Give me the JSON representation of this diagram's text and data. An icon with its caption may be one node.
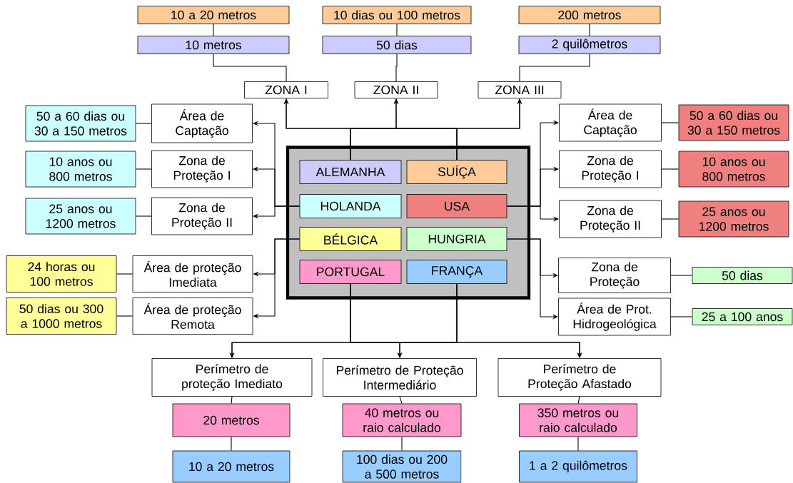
{
  "diagram": {
    "nodes": [
      {
        "text": [],
        "shape": "box"
      },
      {
        "text": [
          "ALEMANHA"
        ],
        "in": 0
      },
      {
        "text": [
          "SUÍÇA"
        ],
        "in": 0
      },
      {
        "text": [
          "HOLANDA"
        ],
        "in": 0
      },
      {
        "text": [
          "USA"
        ],
        "in": 0
      },
      {
        "text": [
          "BÉLGICA"
        ],
        "in": 0
      },
      {
        "text": [
          "HUNGRIA"
        ],
        "in": 0
      },
      {
        "text": [
          "PORTUGAL"
        ],
        "in": 0
      },
      {
        "text": [
          "FRANÇA"
        ],
        "in": 0
      },
      {
        "text": [
          "10 a 20 metros"
        ]
      },
      {
        "text": [
          "10 dias ou 100 metros"
        ]
      },
      {
        "text": [
          "200 metros"
        ]
      },
      {
        "text": [
          "10 metros"
        ]
      },
      {
        "text": [
          "50 dias"
        ]
      },
      {
        "text": [
          "2 quilômetros"
        ]
      },
      {
        "text": [
          "ZONA I"
        ]
      },
      {
        "text": [
          "ZONA II"
        ]
      },
      {
        "text": [
          "ZONA III"
        ]
      },
      {
        "text": [
          "Área de Captação"
        ]
      },
      {
        "text": [
          "50 a 60 dias ou 30 a 150 metros"
        ]
      },
      {
        "text": [
          "Zona de Proteção I"
        ]
      },
      {
        "text": [
          "10 anos ou 800 metros"
        ]
      },
      {
        "text": [
          "Zona de Proteção II"
        ]
      },
      {
        "text": [
          "25 anos ou 1200 metros"
        ]
      },
      {
        "text": [
          "Área de proteção Imediata"
        ]
      },
      {
        "text": [
          "24 horas ou 100 metros"
        ]
      },
      {
        "text": [
          "Área de proteção Remota"
        ]
      },
      {
        "text": [
          "50 dias ou 300 a 1000 metros"
        ]
      },
      {
        "text": [
          "Área de Captação"
        ]
      },
      {
        "text": [
          "50 a 60 dias ou 30 a 150 metros"
        ]
      },
      {
        "text": [
          "Zona de Proteção I"
        ]
      },
      {
        "text": [
          "10 anos ou 800 metros"
        ]
      },
      {
        "text": [
          "Zona de Proteção II"
        ]
      },
      {
        "text": [
          "25 anos ou 1200 metros"
        ]
      },
      {
        "text": [
          "Zona de Proteção"
        ]
      },
      {
        "text": [
          "50 dias"
        ]
      },
      {
        "text": [
          "Área de Prot. Hidrogeológica"
        ]
      },
      {
        "text": [
          "25 a 100 anos"
        ]
      },
      {
        "text": [
          "Perímetro de proteção Imediato"
        ]
      },
      {
        "text": [
          "20 metros"
        ]
      },
      {
        "text": [
          "10 a 20 metros"
        ]
      },
      {
        "text": [
          "Perímetro de Proteção Intermediário"
        ]
      },
      {
        "text": [
          "40 metros ou raio calculado"
        ]
      },
      {
        "text": [
          "100 dias ou 200 a 500 metros"
        ]
      },
      {
        "text": [
          "Perímetro de Proteção Afastado"
        ]
      },
      {
        "text": [
          "350 metros ou raio calculado"
        ]
      },
      {
        "text": [
          "1 a 2 quilômetros"
        ]
      }
    ],
    "edges": [
      {
        "from": 1,
        "to": 15,
        "arrow": "to"
      },
      {
        "from": 1,
        "to": 16,
        "arrow": "to"
      },
      {
        "from": 1,
        "to": 17,
        "arrow": "to"
      },
      {
        "from": 2,
        "to": 15,
        "arrow": "to"
      },
      {
        "from": 2,
        "to": 16,
        "arrow": "to"
      },
      {
        "from": 2,
        "to": 17,
        "arrow": "to"
      },
      {
        "from": 15,
        "to": 12,
        "arrow": "none"
      },
      {
        "from": 16,
        "to": 13,
        "arrow": "none"
      },
      {
        "from": 17,
        "to": 14,
        "arrow": "none"
      },
      {
        "from": 9,
        "to": 12,
        "arrow": "none"
      },
      {
        "from": 10,
        "to": 13,
        "arrow": "none"
      },
      {
        "from": 11,
        "to": 14,
        "arrow": "none"
      },
      {
        "from": 3,
        "to": 18,
        "arrow": "to"
      },
      {
        "from": 3,
        "to": 20,
        "arrow": "to"
      },
      {
        "from": 3,
        "to": 22,
        "arrow": "to"
      },
      {
        "from": 18,
        "to": 19,
        "arrow": "none"
      },
      {
        "from": 20,
        "to": 21,
        "arrow": "none"
      },
      {
        "from": 22,
        "to": 23,
        "arrow": "none"
      },
      {
        "from": 5,
        "to": 24,
        "arrow": "to"
      },
      {
        "from": 5,
        "to": 26,
        "arrow": "to"
      },
      {
        "from": 24,
        "to": 25,
        "arrow": "none"
      },
      {
        "from": 26,
        "to": 27,
        "arrow": "none"
      },
      {
        "from": 4,
        "to": 28,
        "arrow": "to"
      },
      {
        "from": 4,
        "to": 30,
        "arrow": "to"
      },
      {
        "from": 4,
        "to": 32,
        "arrow": "to"
      },
      {
        "from": 28,
        "to": 29,
        "arrow": "none"
      },
      {
        "from": 30,
        "to": 31,
        "arrow": "none"
      },
      {
        "from": 32,
        "to": 33,
        "arrow": "none"
      },
      {
        "from": 6,
        "to": 34,
        "arrow": "to"
      },
      {
        "from": 6,
        "to": 36,
        "arrow": "to"
      },
      {
        "from": 34,
        "to": 35,
        "arrow": "none"
      },
      {
        "from": 36,
        "to": 37,
        "arrow": "none"
      },
      {
        "from": 7,
        "to": 38,
        "arrow": "to"
      },
      {
        "from": 7,
        "to": 41,
        "arrow": "to"
      },
      {
        "from": 7,
        "to": 44,
        "arrow": "to"
      },
      {
        "from": 8,
        "to": 38,
        "arrow": "to"
      },
      {
        "from": 8,
        "to": 41,
        "arrow": "to"
      },
      {
        "from": 8,
        "to": 44,
        "arrow": "to"
      },
      {
        "from": 38,
        "to": 39,
        "arrow": "none"
      },
      {
        "from": 39,
        "to": 40,
        "arrow": "none"
      },
      {
        "from": 41,
        "to": 42,
        "arrow": "none"
      },
      {
        "from": 42,
        "to": 43,
        "arrow": "none"
      },
      {
        "from": 44,
        "to": 45,
        "arrow": "none"
      },
      {
        "from": 45,
        "to": 46,
        "arrow": "none"
      }
    ]
  }
}
